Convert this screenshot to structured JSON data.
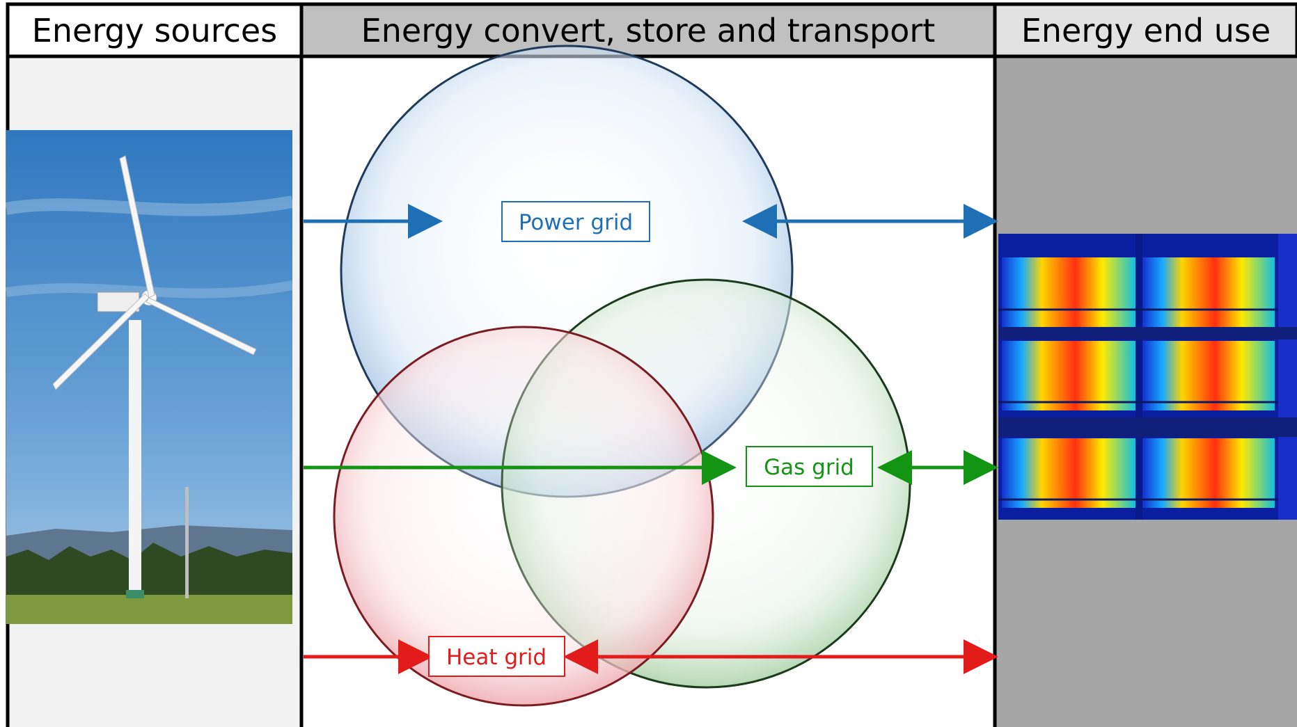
{
  "columns": {
    "sources": "Energy sources",
    "convert": "Energy convert, store and transport",
    "end_use": "Energy end use"
  },
  "grids": {
    "power": {
      "label": "Power grid",
      "color": "#1f6fb5"
    },
    "gas": {
      "label": "Gas grid",
      "color": "#139413"
    },
    "heat": {
      "label": "Heat grid",
      "color": "#e21b1b"
    }
  },
  "images": {
    "left": "wind-turbine-photo",
    "right": "thermal-building-image"
  }
}
